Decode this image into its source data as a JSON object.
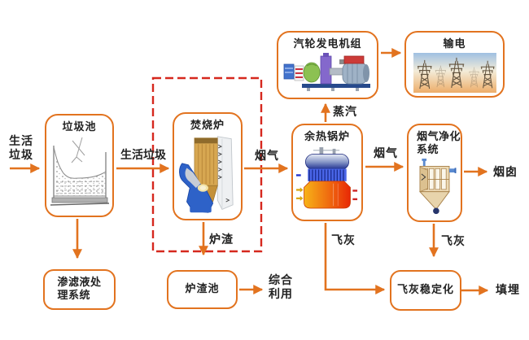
{
  "colors": {
    "accent_orange": "#e2731f",
    "dashed_red": "#d6281e",
    "text": "#222222"
  },
  "nodes": {
    "waste_pit": {
      "label": "垃圾池"
    },
    "incinerator": {
      "label": "焚烧炉"
    },
    "waste_heat_boiler": {
      "label": "余热锅炉"
    },
    "turbine_generator": {
      "label": "汽轮发电机组"
    },
    "power_transmission": {
      "label": "输电"
    },
    "flue_gas_cleaning": {
      "label_line1": "烟气净化",
      "label_line2": "系统"
    },
    "leachate_treatment": {
      "label_line1": "渗滤液处",
      "label_line2": "理系统"
    },
    "slag_pit": {
      "label": "炉渣池"
    },
    "fly_ash_stabilization": {
      "label": "飞灰稳定化"
    }
  },
  "edge_labels": {
    "household_waste_input_line1": "生活",
    "household_waste_input_line2": "垃圾",
    "household_waste_feed": "生活垃圾",
    "flue_gas_to_boiler": "烟气",
    "flue_gas_to_cleaning": "烟气",
    "steam": "蒸汽",
    "chimney": "烟囱",
    "slag": "炉渣",
    "fly_ash_from_boiler": "飞灰",
    "fly_ash_from_cleaning": "飞灰",
    "landfill": "填埋",
    "comprehensive_use_line1": "综合",
    "comprehensive_use_line2": "利用"
  }
}
